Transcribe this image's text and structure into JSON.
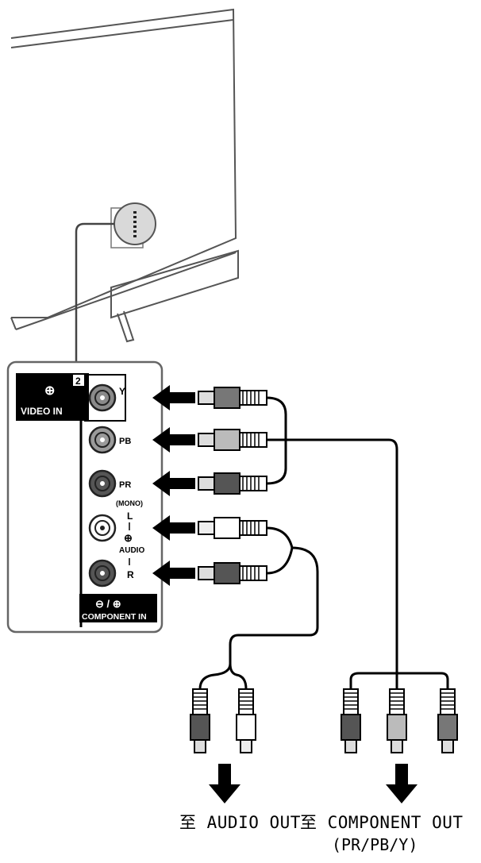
{
  "panel": {
    "input_number": "2",
    "video_in_label": "VIDEO IN",
    "jacks": {
      "y": "Y",
      "pb": "PB",
      "pr": "PR",
      "mono": "(MONO)",
      "l": "L",
      "audio": "AUDIO",
      "r": "R"
    },
    "component_label": "COMPONENT IN"
  },
  "outputs": {
    "audio_out": "至 AUDIO OUT",
    "component_out": "至 COMPONENT OUT",
    "component_sub": "(PR/PB/Y)"
  },
  "colors": {
    "line": "#000000",
    "panel_bg": "#000000",
    "jack_gray": "#8a8a8a",
    "jack_dark": "#404040",
    "jack_light": "#ffffff",
    "outline": "#555555"
  }
}
